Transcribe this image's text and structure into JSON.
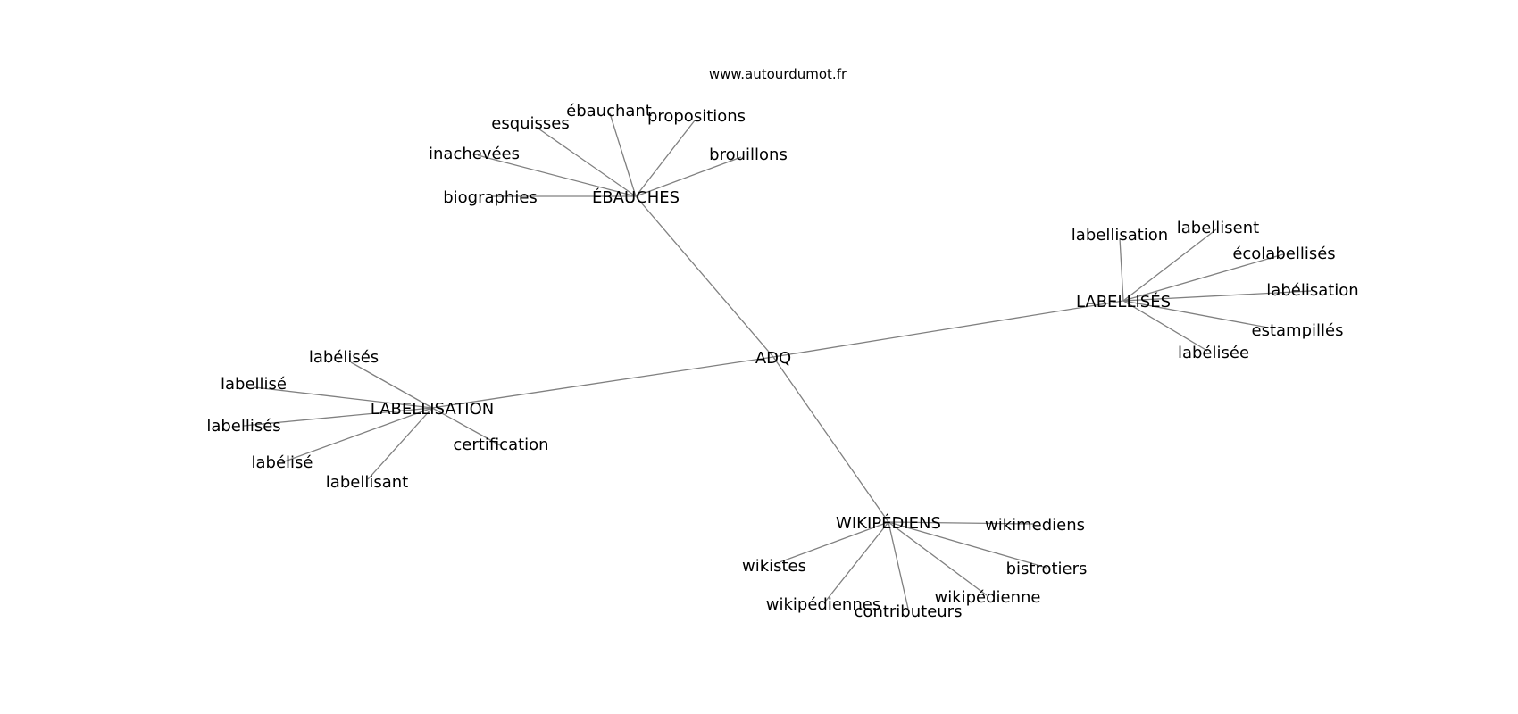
{
  "source": "www.autourdumot.fr",
  "center": "ADQ",
  "clusters": [
    {
      "hub": "ÉBAUCHES",
      "terms": [
        "esquisses",
        "ébauchant",
        "propositions",
        "brouillons",
        "inachevées",
        "biographies"
      ]
    },
    {
      "hub": "LABELLISÉS",
      "terms": [
        "labellisation",
        "labellisent",
        "écolabellisés",
        "labélisation",
        "estampillés",
        "labélisée"
      ]
    },
    {
      "hub": "LABELLISATION",
      "terms": [
        "labélisés",
        "labellisé",
        "labellisés",
        "labélisé",
        "labellisant",
        "certification"
      ]
    },
    {
      "hub": "WIKIPÉDIENS",
      "terms": [
        "wikimediens",
        "bistrotiers",
        "wikipédienne",
        "contributeurs",
        "wikipédiennes",
        "wikistes"
      ]
    }
  ]
}
